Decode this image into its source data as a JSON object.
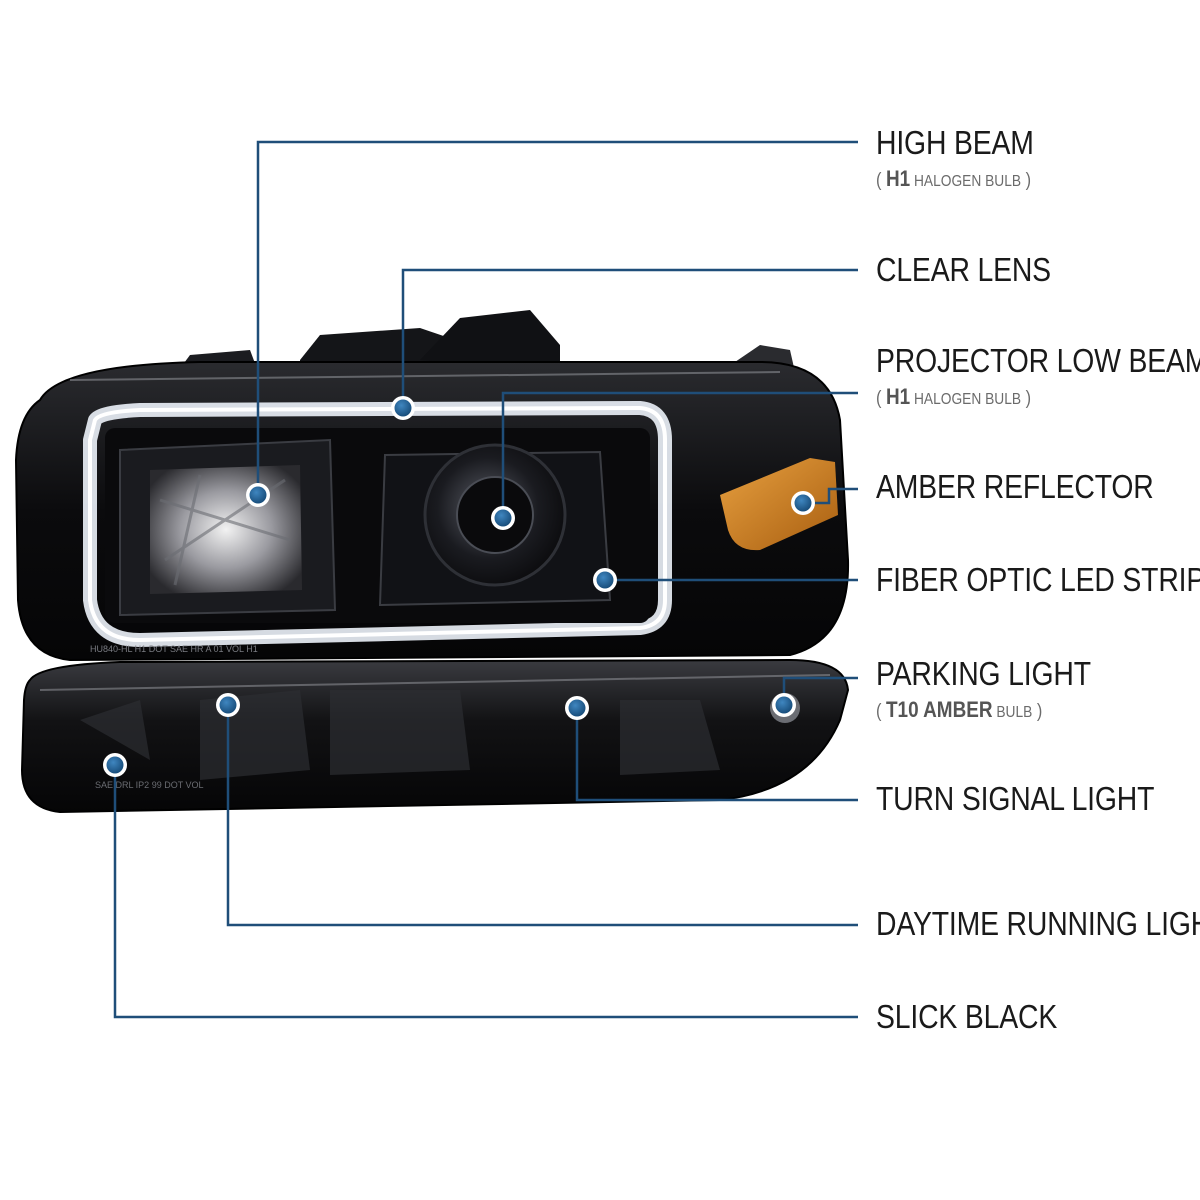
{
  "colors": {
    "callout_line": "#1f4e79",
    "callout_dot": "#1f5f8f",
    "housing": "#0c0c0e",
    "led_strip": "#e8eef5",
    "amber": "#c9781c"
  },
  "callouts": [
    {
      "id": "high-beam",
      "title": "HIGH BEAM",
      "sub": {
        "open": "( ",
        "bold": "H1",
        "text": " HALOGEN BULB",
        "close": " )"
      }
    },
    {
      "id": "clear-lens",
      "title": "CLEAR LENS"
    },
    {
      "id": "projector-low-beam",
      "title": "PROJECTOR LOW BEAM",
      "sub": {
        "open": "( ",
        "bold": "H1",
        "text": " HALOGEN BULB",
        "close": " )"
      }
    },
    {
      "id": "amber-reflector",
      "title": "AMBER REFLECTOR"
    },
    {
      "id": "fiber-optic-led-strip",
      "title": "FIBER OPTIC LED STRIP"
    },
    {
      "id": "parking-light",
      "title": "PARKING LIGHT",
      "sub": {
        "open": "( ",
        "bold": "T10 AMBER",
        "text": " BULB",
        "close": " )"
      }
    },
    {
      "id": "turn-signal-light",
      "title": "TURN SIGNAL LIGHT"
    },
    {
      "id": "daytime-running-light",
      "title": "DAYTIME RUNNING LIGHT"
    },
    {
      "id": "slick-black",
      "title": "SLICK BLACK"
    }
  ],
  "housing_text": {
    "headlight_marking": "HU840-HL H1 DOT SAE HR A 01 VOL H1",
    "bumper_marking": "SAE DRL  IP2  99 DOT VOL"
  }
}
